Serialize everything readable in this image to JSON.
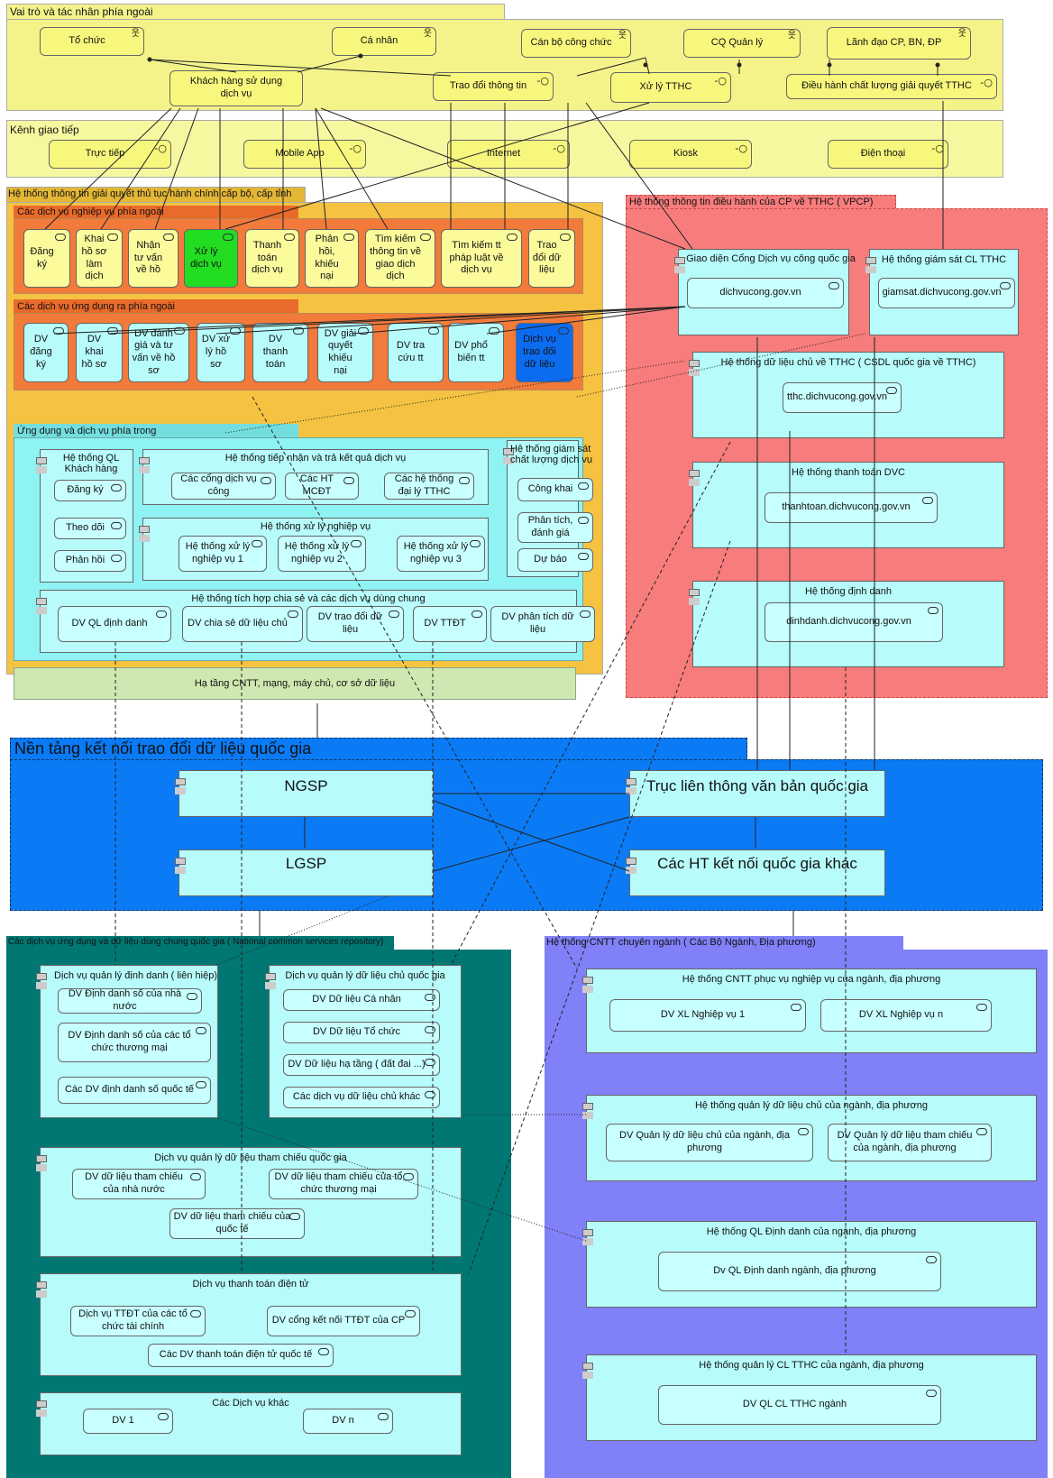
{
  "colors": {
    "external_band": "#f3f38a",
    "channel_band": "#f7f7a0",
    "provincial": "#f5c242",
    "orange_panel": "#f27a3a",
    "vpcp": "#f77c7c",
    "platform": "#0a7bf5",
    "national": "#007772",
    "sector": "#8080f8",
    "node_yellow": "#fbfb9c",
    "node_cyan": "#b7fbfb",
    "highlight_green": "#22dd22",
    "highlight_blue": "#0b6cf0"
  },
  "actors": {
    "title": "Vai trò và tác nhân phía ngoài",
    "to_chuc": "Tổ chức",
    "ca_nhan": "Cá nhân",
    "can_bo": "Cán bộ công chức",
    "cq_quan_ly": "CQ Quản lý",
    "lanh_dao": "Lãnh đạo CP, BN, ĐP",
    "khach_hang": "Khách hàng sử dụng dịch vụ",
    "trao_doi": "Trao đổi thông tin",
    "xu_ly": "Xử lý TTHC",
    "dieu_hanh": "Điều hành chất lượng giải quyết TTHC"
  },
  "channels": {
    "title": "Kênh giao tiếp",
    "items": [
      "Trực tiếp",
      "Mobile App",
      "Internet",
      "Kiosk",
      "Điện thoại"
    ]
  },
  "provincial": {
    "title": "Hệ thống thông tin giải quyết thủ tục hành chính cấp bộ, cấp tỉnh",
    "business_title": "Các dịch vụ nghiệp vụ phía ngoài",
    "business": [
      "Đăng ký",
      "Khai hồ sơ làm dịch",
      "Nhận tư vấn về hồ",
      "Xử lý dịch vụ",
      "Thanh toán dịch vụ",
      "Phản hồi, khiếu nại",
      "Tìm kiếm thông tin về giao dịch dịch",
      "Tìm kiếm tt pháp luật về dịch vụ",
      "Trao đổi dữ liệu"
    ],
    "app_title": "Các dịch vụ ứng dụng ra phía ngoài",
    "apps": [
      "DV đăng ký",
      "DV khai hồ sơ",
      "DV đánh giá và tư vấn về hồ sơ",
      "DV xử lý hồ sơ",
      "DV thanh toán",
      "DV giải quyết khiếu nại",
      "DV tra cứu tt",
      "DV phổ biến tt",
      "Dịch vụ trao đổi dữ liệu"
    ],
    "inner_title": "Ứng dụng và dịch vụ phía trong",
    "crm_title": "Hệ thống QL Khách hàng",
    "crm": [
      "Đăng ký",
      "Theo dõi",
      "Phản hồi"
    ],
    "reception_title": "Hệ thống tiếp nhận và trả kết quả dịch vụ",
    "reception": [
      "Các cổng dịch vụ công",
      "Các HT MCĐT",
      "Các hệ thống đại lý TTHC"
    ],
    "processing_title": "Hệ thống xử lý nghiệp vụ",
    "processing": [
      "Hệ thống xử lý nghiệp vụ 1",
      "Hệ thống xử lý nghiệp vụ 2",
      "Hệ thống xử lý nghiệp vụ 3"
    ],
    "monitor_title": "Hệ thống giám sát chất lượng dịch vụ",
    "monitor": [
      "Công khai",
      "Phân tích, đánh giá",
      "Dự báo"
    ],
    "shared_title": "Hệ thống tích hợp chia sẻ và các dịch vụ dùng chung",
    "shared": [
      "DV QL định danh",
      "DV chia sẻ dữ liệu chủ",
      "DV trao đổi dữ liệu",
      "DV TTĐT",
      "DV phân tích dữ liệu"
    ],
    "infra": "Hạ tầng CNTT, mạng, máy chủ, cơ sở dữ liệu"
  },
  "vpcp": {
    "title": "Hệ thống thông tin điều hành của CP về TTHC ( VPCP)",
    "portal_title": "Giao diện Cổng Dịch vụ công quốc gia",
    "portal_url": "dichvucong.gov.vn",
    "monitor_title": "Hệ thống giám sát CL TTHC",
    "monitor_url": "giamsat.dichvucong.gov.vn",
    "master_title": "Hệ thống dữ liệu chủ về TTHC ( CSDL quốc gia về TTHC)",
    "master_url": "tthc.dichvucong.gov.vn",
    "payment_title": "Hệ thống thanh toán DVC",
    "payment_url": "thanhtoan.dichvucong.gov.vn",
    "identity_title": "Hệ thống định danh",
    "identity_url": "dinhdanh.dichvucong.gov.vn"
  },
  "platform": {
    "title": "Nền tảng kết nối trao đổi dữ liệu quốc gia",
    "ngsp": "NGSP",
    "lgsp": "LGSP",
    "truc": "Trục liên thông văn bản quốc gia",
    "other": "Các HT kết nối quốc gia khác"
  },
  "national": {
    "title": "Các dịch vụ ứng dụng và dữ liệu dùng chung quốc gia ( National common services repository)",
    "ident_title": "Dịch vụ quản lý định danh ( liên hiệp)",
    "ident": [
      "DV Định danh số của nhà nước",
      "DV Định danh số của các tổ chức thương mại",
      "Các DV định danh số quốc tế"
    ],
    "master_title": "Dịch vụ quản lý dữ liệu chủ quốc gia",
    "master": [
      "DV Dữ liệu Cá nhân",
      "DV Dữ liệu Tổ chức",
      "DV Dữ liệu hạ tầng ( đất đai ...)",
      "Các dịch vụ dữ liệu chủ khác"
    ],
    "ref_title": "Dịch vụ quản lý dữ liệu tham chiếu quốc gia",
    "ref": [
      "DV dữ liệu tham chiếu của nhà nước",
      "DV dữ liệu tham chiếu của tổ chức thương mại",
      "DV dữ liệu tham chiếu của quốc tế"
    ],
    "pay_title": "Dịch vụ thanh toán điện tử",
    "pay": [
      "Dịch vụ TTĐT của các tổ chức tài chính",
      "DV cổng kết nối TTĐT của CP",
      "Các DV thanh toán điện tử quốc tế"
    ],
    "other_title": "Các Dịch vụ khác",
    "other": [
      "DV 1",
      "DV n"
    ]
  },
  "sector": {
    "title": "Hệ thống CNTT chuyên ngành ( Các Bộ Ngành, Địa phương)",
    "biz_title": "Hệ thống CNTT phục vụ nghiệp vụ của ngành, địa phương",
    "biz": [
      "DV XL Nghiệp vụ 1",
      "DV XL Nghiệp vụ n"
    ],
    "data_title": "Hệ thống quản lý dữ liệu chủ của ngành, địa phương",
    "data": [
      "DV Quản lý dữ liệu chủ của ngành, địa phương",
      "DV Quản lý dữ liệu tham chiếu của ngành, địa phương"
    ],
    "ident_title": "Hệ thống QL Định danh của ngành, địa phương",
    "ident": [
      "Dv QL Định danh ngành, địa phương"
    ],
    "quality_title": "Hệ thống quản lý CL TTHC của ngành, địa phương",
    "quality": [
      "DV QL CL TTHC ngành"
    ]
  }
}
